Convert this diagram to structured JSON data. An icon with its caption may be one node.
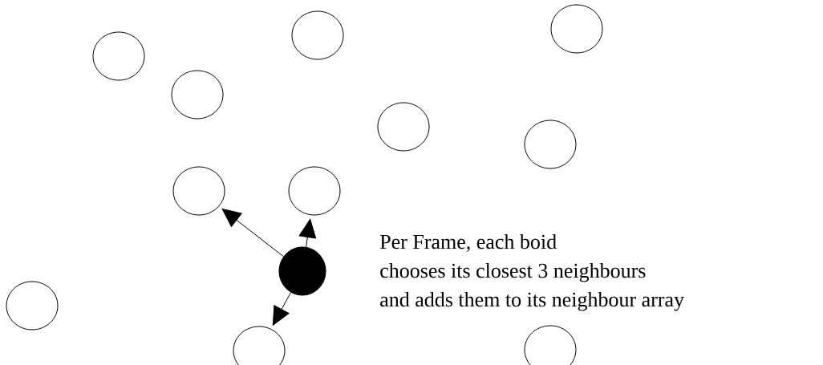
{
  "diagram": {
    "nodes": [
      {
        "text": [],
        "shape": "circle"
      },
      {
        "text": [],
        "shape": "circle"
      },
      {
        "text": [],
        "shape": "circle"
      },
      {
        "text": [],
        "shape": "circle"
      },
      {
        "text": [],
        "shape": "circle"
      },
      {
        "text": [],
        "shape": "circle"
      },
      {
        "text": [],
        "shape": "circle"
      },
      {
        "text": [],
        "shape": "circle"
      },
      {
        "text": [],
        "shape": "dot"
      },
      {
        "text": [],
        "shape": "circle"
      },
      {
        "text": [],
        "shape": "circle"
      },
      {
        "text": [],
        "shape": "circle"
      }
    ],
    "edges": [
      {
        "from": 8,
        "to": 6,
        "arrow": "to"
      },
      {
        "from": 8,
        "to": 7,
        "arrow": "to"
      },
      {
        "from": 8,
        "to": 10,
        "arrow": "to"
      }
    ],
    "labels": [
      "Per Frame, each boid",
      "chooses its closest 3 neighbours",
      "and adds them to its neighbour array"
    ]
  }
}
